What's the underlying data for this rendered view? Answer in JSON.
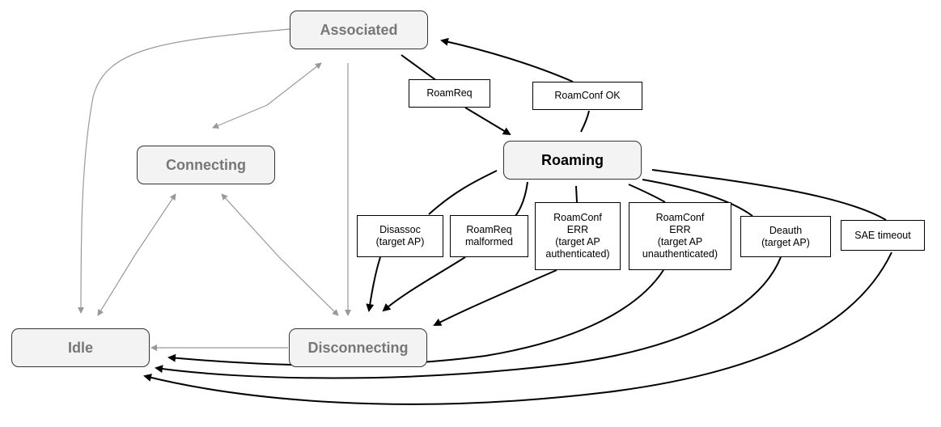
{
  "colors": {
    "active_edge": "#000000",
    "passive_edge": "#999999",
    "state_fill": "#f3f3f3",
    "inactive_text": "#777777",
    "active_text": "#000000"
  },
  "states": {
    "associated": "Associated",
    "connecting": "Connecting",
    "roaming": "Roaming",
    "idle": "Idle",
    "disconnecting": "Disconnecting"
  },
  "labels": {
    "roam_req": "RoamReq",
    "roam_conf_ok": "RoamConf OK",
    "disassoc": "Disassoc\n(target AP)",
    "roam_req_malformed": "RoamReq\nmalformed",
    "roam_conf_err_auth": "RoamConf\nERR\n(target AP\nauthenticated)",
    "roam_conf_err_unauth": "RoamConf\nERR\n(target AP\nunauthenticated)",
    "deauth": "Deauth\n(target AP)",
    "sae_timeout": "SAE timeout"
  }
}
